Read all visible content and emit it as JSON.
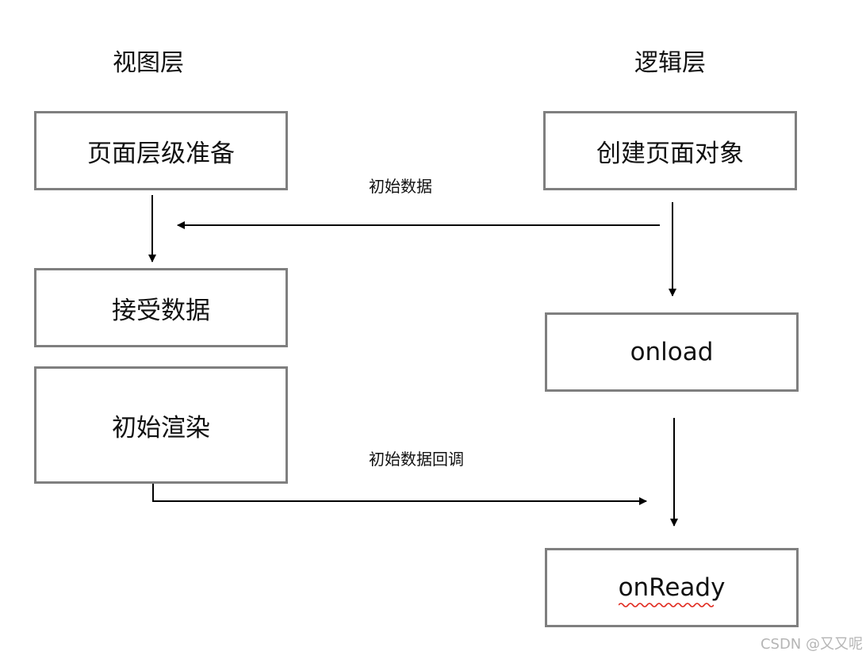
{
  "columns": {
    "view": "视图层",
    "logic": "逻辑层"
  },
  "nodes": {
    "page_prepare": "页面层级准备",
    "receive_data": "接受数据",
    "initial_render": "初始渲染",
    "create_page": "创建页面对象",
    "onload": "onload",
    "onready": "onReady"
  },
  "edges": {
    "initial_data": "初始数据",
    "initial_data_callback": "初始数据回调"
  },
  "colors": {
    "box_border": "#7f7f7f",
    "arrow": "#000000",
    "spellcheck_underline": "#e0261b"
  },
  "watermark": "CSDN @又又呢"
}
